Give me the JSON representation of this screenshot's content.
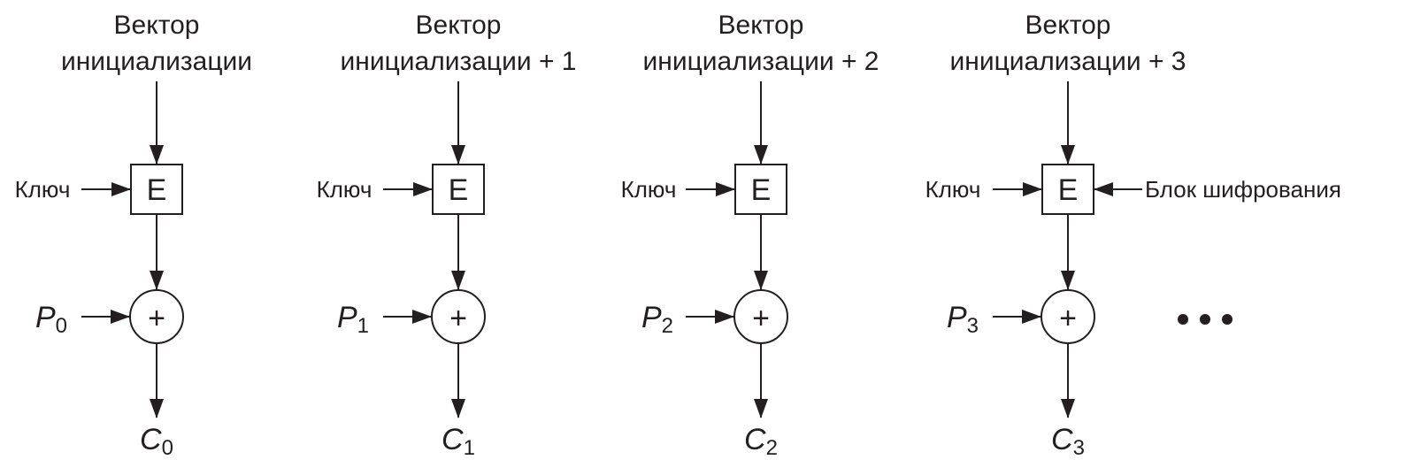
{
  "stages": [
    {
      "iv_label_line1": "Вектор",
      "iv_label_line2": "инициализации",
      "key_label": "Ключ",
      "cipher_label": "E",
      "xor_label": "+",
      "plaintext_letter": "P",
      "plaintext_index": "0",
      "ciphertext_letter": "C",
      "ciphertext_index": "0"
    },
    {
      "iv_label_line1": "Вектор",
      "iv_label_line2": "инициализации + 1",
      "key_label": "Ключ",
      "cipher_label": "E",
      "xor_label": "+",
      "plaintext_letter": "P",
      "plaintext_index": "1",
      "ciphertext_letter": "C",
      "ciphertext_index": "1"
    },
    {
      "iv_label_line1": "Вектор",
      "iv_label_line2": "инициализации + 2",
      "key_label": "Ключ",
      "cipher_label": "E",
      "xor_label": "+",
      "plaintext_letter": "P",
      "plaintext_index": "2",
      "ciphertext_letter": "C",
      "ciphertext_index": "2"
    },
    {
      "iv_label_line1": "Вектор",
      "iv_label_line2": "инициализации + 3",
      "key_label": "Ключ",
      "cipher_label": "E",
      "xor_label": "+",
      "plaintext_letter": "P",
      "plaintext_index": "3",
      "ciphertext_letter": "C",
      "ciphertext_index": "3"
    }
  ],
  "block_cipher_label": "Блок шифрования",
  "ellipsis_dot_count": 3,
  "colors": {
    "ink": "#231f20",
    "background": "#ffffff"
  }
}
